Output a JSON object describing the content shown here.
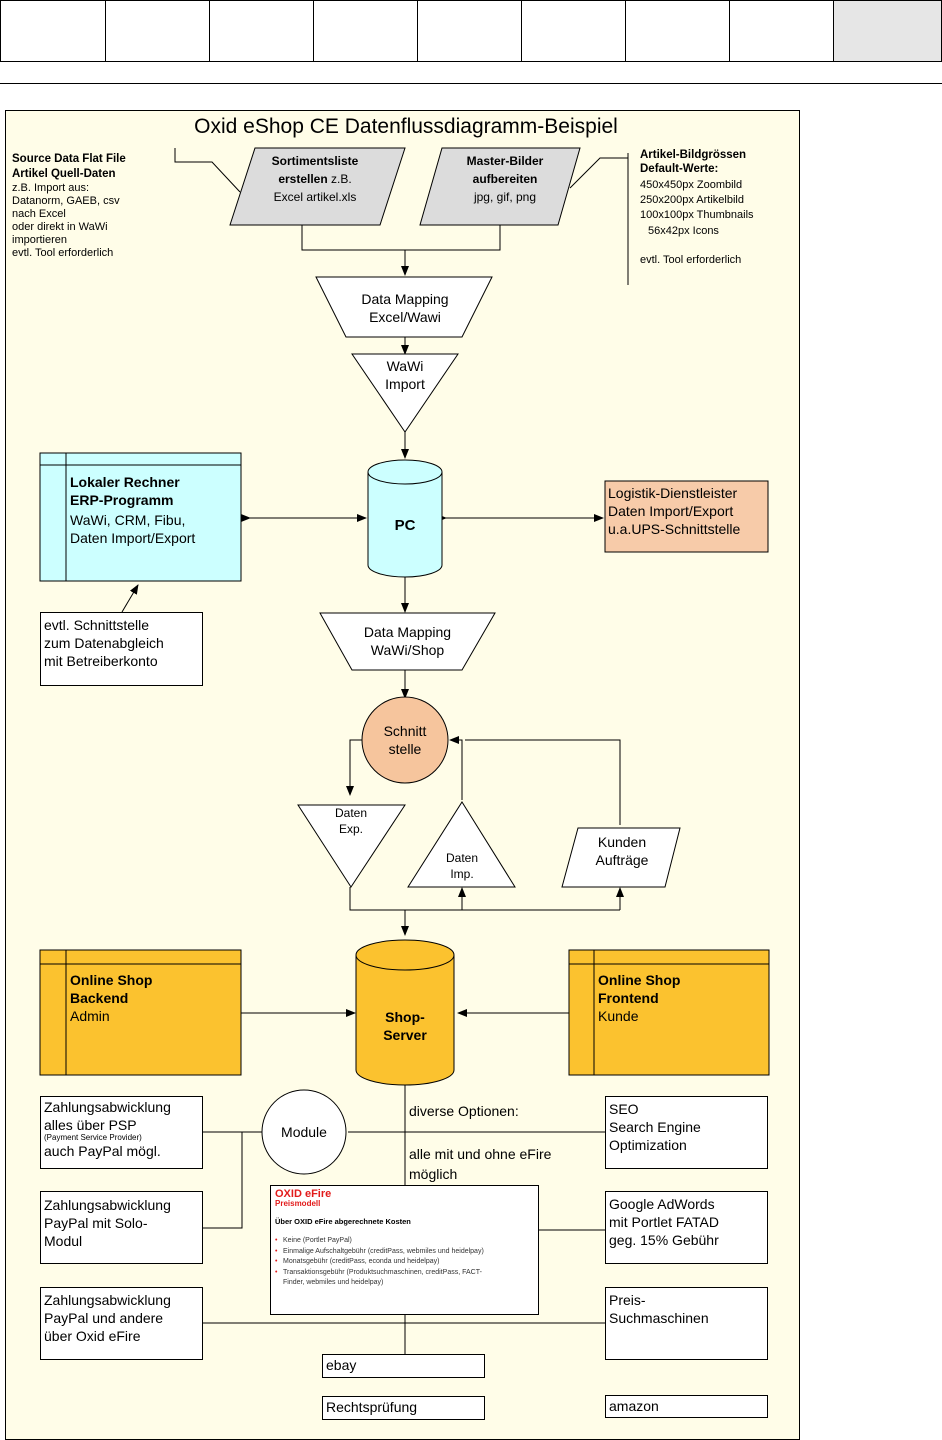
{
  "title": "Oxid eShop CE Datenflussdiagramm-Beispiel",
  "notes": {
    "source_title": [
      "Source Data Flat File",
      "Artikel Quell-Daten"
    ],
    "source_body": [
      "z.B. Import aus:",
      "Datanorm, GAEB, csv",
      "nach Excel",
      "oder direkt in WaWi",
      "importieren",
      "evtl. Tool erforderlich"
    ],
    "image_title": [
      "Artikel-Bildgrössen",
      "Default-Werte:"
    ],
    "image_body": [
      "450x450px Zoombild",
      "250x200px Artikelbild",
      "100x100px Thumbnails",
      "56x42px Icons",
      "",
      "evtl. Tool erforderlich"
    ]
  },
  "inputs": {
    "sortiment": {
      "bold": [
        "Sortimentsliste",
        "erstellen"
      ],
      "bold_suffix": "z.B.",
      "line3": "Excel artikel.xls"
    },
    "bilder": {
      "bold": [
        "Master-Bilder",
        "aufbereiten"
      ],
      "line3": "jpg, gif, png"
    }
  },
  "mapping1": [
    "Data Mapping",
    "Excel/Wawi"
  ],
  "import": [
    "WaWi",
    "Import"
  ],
  "erp": {
    "title": [
      "Lokaler Rechner",
      "ERP-Programm"
    ],
    "body": [
      "WaWi, CRM, Fibu,",
      "Daten Import/Export"
    ]
  },
  "pc": "PC",
  "logistik": [
    "Logistik-Dienstleister",
    "Daten Import/Export",
    "u.a.UPS-Schnittstelle"
  ],
  "schnittstelle_note": [
    "evtl. Schnittstelle",
    "zum Datenabgleich",
    "mit Betreiberkonto"
  ],
  "mapping2": [
    "Data Mapping",
    "WaWi/Shop"
  ],
  "schnittstelle": [
    "Schnitt",
    "stelle"
  ],
  "daten_exp": [
    "Daten",
    "Exp."
  ],
  "daten_imp": [
    "Daten",
    "Imp."
  ],
  "kunden": [
    "Kunden",
    "Aufträge"
  ],
  "backend": {
    "title": [
      "Online Shop",
      "Backend"
    ],
    "body": "Admin"
  },
  "frontend": {
    "title": [
      "Online Shop",
      "Frontend"
    ],
    "body": "Kunde"
  },
  "server": [
    "Shop-",
    "Server"
  ],
  "module": "Module",
  "options": [
    "diverse Optionen:",
    "alle mit und ohne eFire",
    "möglich"
  ],
  "payments": [
    {
      "lines": [
        "Zahlungsabwicklung",
        "alles über PSP"
      ],
      "small": "(Payment Service Provider)",
      "last": "auch PayPal mögl."
    },
    {
      "lines": [
        "Zahlungsabwicklung",
        "PayPal mit Solo-",
        "Modul"
      ]
    },
    {
      "lines": [
        "Zahlungsabwicklung",
        "PayPal und andere",
        "über Oxid eFire"
      ]
    }
  ],
  "right_options": [
    [
      "SEO",
      "Search Engine",
      "Optimization"
    ],
    [
      "Google AdWords",
      "mit Portlet FATAD",
      "geg. 15% Gebühr"
    ],
    [
      "Preis-",
      "Suchmaschinen"
    ],
    [
      "amazon"
    ]
  ],
  "ebay": "ebay",
  "recht": "Rechtsprüfung",
  "efire": {
    "title": "OXID eFire",
    "subtitle": "Preismodell",
    "heading": "Über OXID eFire abgerechnete Kosten",
    "items": [
      "Keine (Portlet PayPal)",
      "Einmalige Aufschaltgebühr (creditPass, webmiles und heidelpay)",
      "Monatsgebühr (creditPass, econda und heidelpay)",
      "Transaktionsgebühr (Produktsuchmaschinen, creditPass, FACT-",
      "Finder, webmiles und heidelpay)"
    ]
  },
  "colors": {
    "cyan": "#ccffff",
    "orange": "#fbc22f",
    "salmon": "#f7cba9",
    "peach": "#f6c59d",
    "canvas": "#fffde8"
  }
}
